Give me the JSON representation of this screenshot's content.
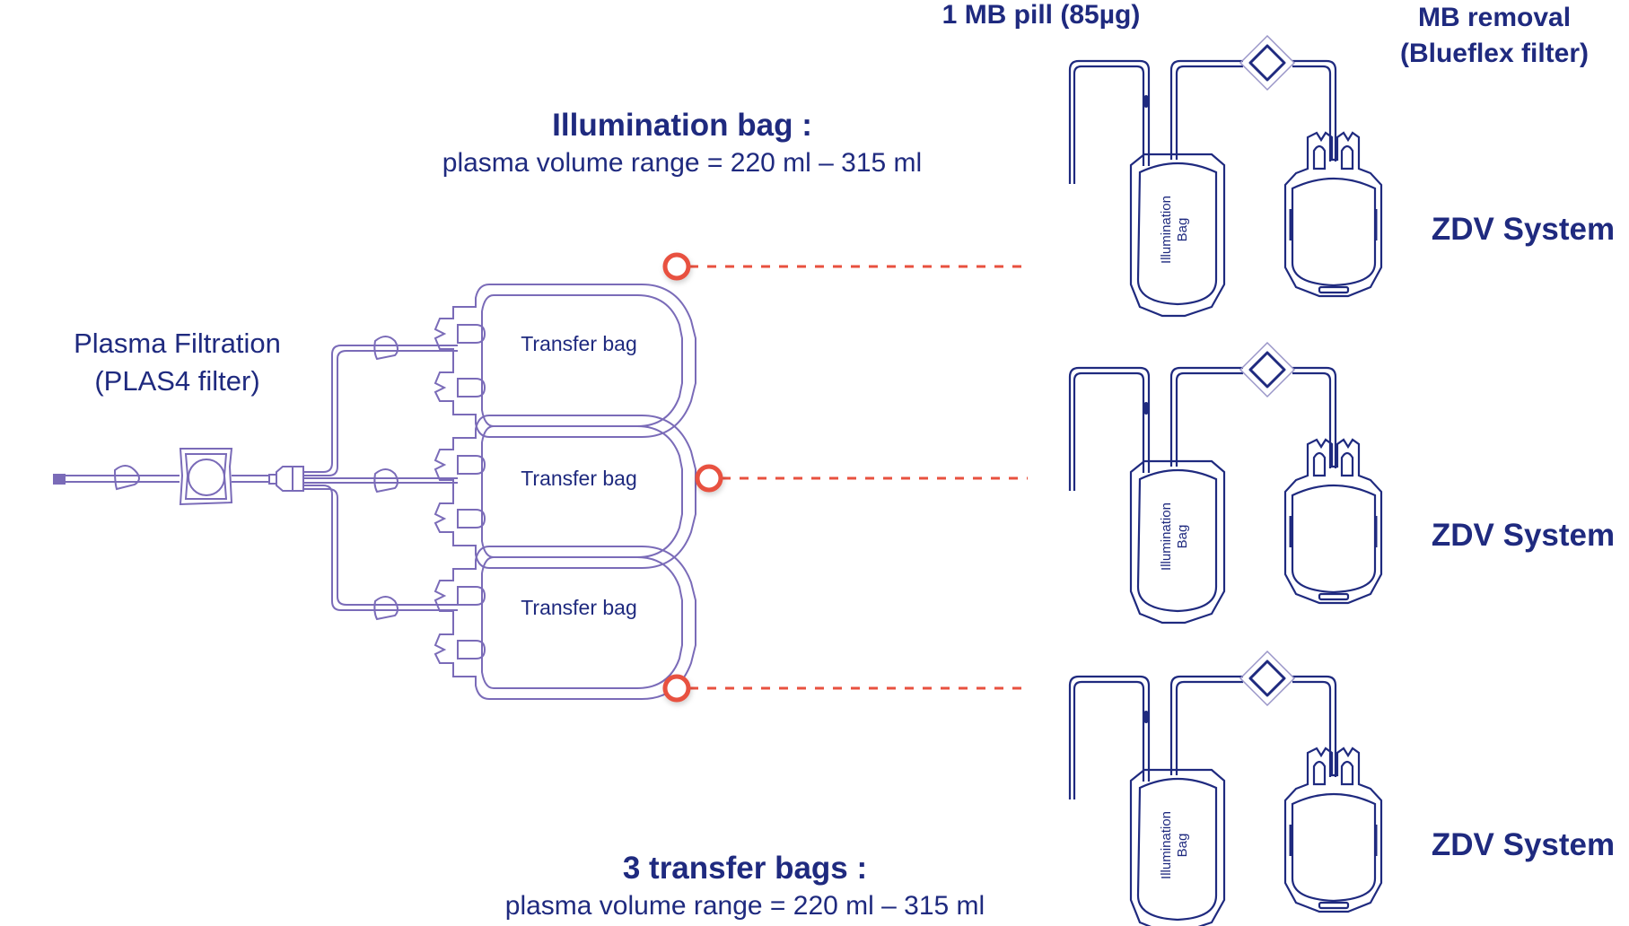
{
  "colors": {
    "navy": "#1f2a7f",
    "lavender": "#7a6bb8",
    "accent_red": "#e8513f",
    "background": "#ffffff"
  },
  "labels": {
    "mb_pill": "1 MB pill (85µg)",
    "mb_removal_line1": "MB removal",
    "mb_removal_line2": "(Blueflex filter)",
    "illumination_title": "Illumination bag :",
    "illumination_range": "plasma volume range = 220 ml – 315 ml",
    "plasma_filtration_line1": "Plasma Filtration",
    "plasma_filtration_line2": "(PLAS4 filter)",
    "transfer_title": "3 transfer bags :",
    "transfer_range": "plasma volume range = 220 ml – 315 ml"
  },
  "transfer_bags": [
    {
      "label": "Transfer bag"
    },
    {
      "label": "Transfer bag"
    },
    {
      "label": "Transfer bag"
    }
  ],
  "zdv_systems": [
    {
      "label": "ZDV System",
      "bag_label_line1": "Illumination",
      "bag_label_line2": "Bag"
    },
    {
      "label": "ZDV System",
      "bag_label_line1": "Illumination",
      "bag_label_line2": "Bag"
    },
    {
      "label": "ZDV System",
      "bag_label_line1": "Illumination",
      "bag_label_line2": "Bag"
    }
  ],
  "icons": {
    "connector_marker": "hollow-circle",
    "filter_symbol": "diamond"
  }
}
